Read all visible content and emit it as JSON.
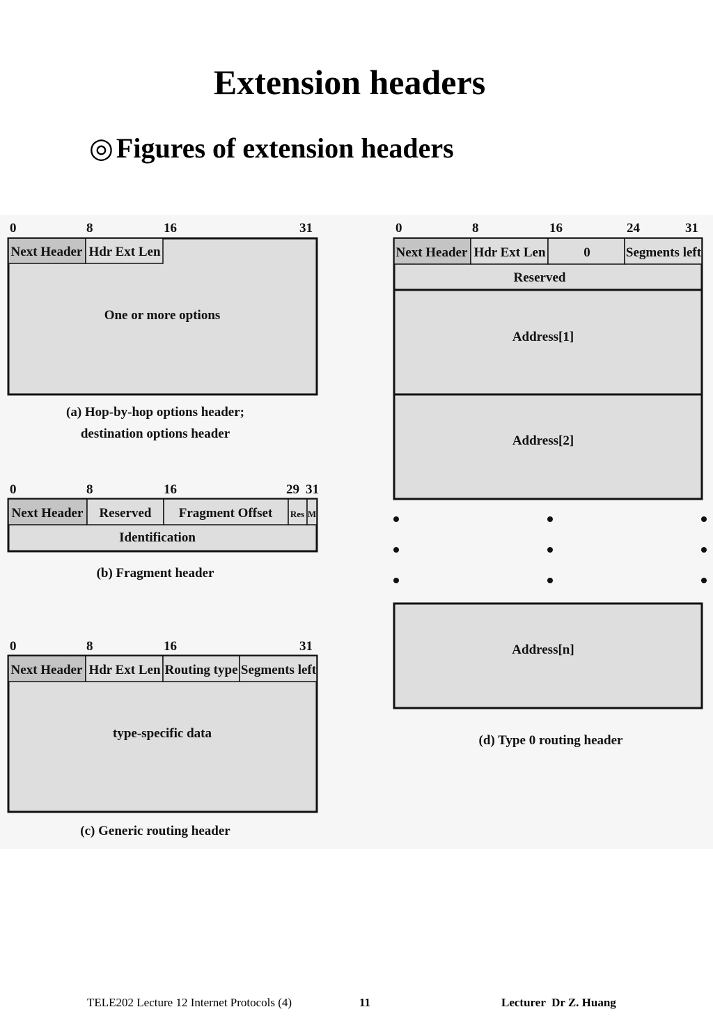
{
  "slide": {
    "title": "Extension headers",
    "bullet_glyph": "◎",
    "subtitle": "Figures of extension headers"
  },
  "figure": {
    "a": {
      "bits": [
        "0",
        "8",
        "16",
        "31"
      ],
      "fields": [
        "Next Header",
        "Hdr Ext Len"
      ],
      "body": "One or more options",
      "caption_line1": "(a) Hop-by-hop options header;",
      "caption_line2": "destination options header"
    },
    "b": {
      "bits": [
        "0",
        "8",
        "16",
        "29",
        "31"
      ],
      "fields": [
        "Next Header",
        "Reserved",
        "Fragment Offset",
        "Res",
        "M"
      ],
      "row2": "Identification",
      "caption": "(b) Fragment header"
    },
    "c": {
      "bits": [
        "0",
        "8",
        "16",
        "31"
      ],
      "fields": [
        "Next Header",
        "Hdr Ext Len",
        "Routing type",
        "Segments left"
      ],
      "body": "type-specific data",
      "caption": "(c) Generic routing header"
    },
    "d": {
      "bits": [
        "0",
        "8",
        "16",
        "24",
        "31"
      ],
      "fields": [
        "Next Header",
        "Hdr Ext Len",
        "0",
        "Segments left"
      ],
      "reserved": "Reserved",
      "addresses": [
        "Address[1]",
        "Address[2]",
        "Address[n]"
      ],
      "caption": "(d) Type 0 routing header"
    }
  },
  "footer": {
    "course": "TELE202 Lecture 12 Internet Protocols (4)",
    "page": "11",
    "lecturer": "Lecturer  Dr Z. Huang"
  }
}
